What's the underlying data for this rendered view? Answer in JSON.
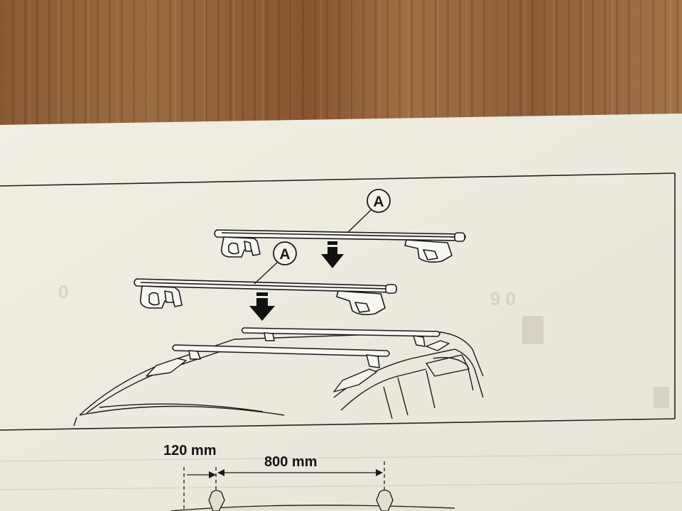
{
  "diagram": {
    "callout_top": "A",
    "callout_front": "A",
    "dimension_left": "120 mm",
    "dimension_right": "800 mm"
  },
  "colors": {
    "paper": "#efece2",
    "ink": "#1a1a1a",
    "wood": "#9c6b41"
  }
}
